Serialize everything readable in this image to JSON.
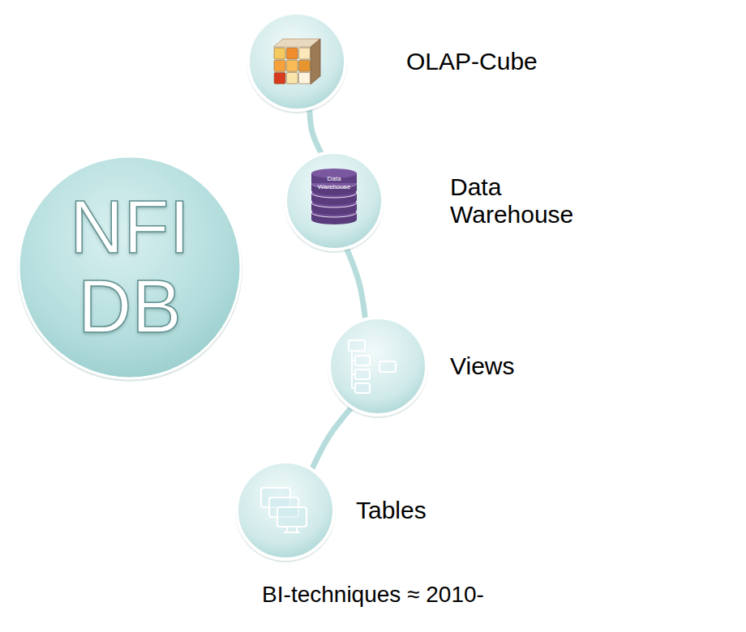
{
  "diagram": {
    "caption": "BI-techniques ≈ 2010-",
    "nodes": [
      {
        "text": [
          "NFI DB"
        ]
      },
      {
        "text": [
          "OLAP-Cube"
        ]
      },
      {
        "text": [
          "Data Warehouse"
        ]
      },
      {
        "text": [
          "Views"
        ]
      },
      {
        "text": [
          "Tables"
        ]
      }
    ],
    "edges": [
      {
        "from": 1,
        "to": 2,
        "arrow": "none"
      },
      {
        "from": 2,
        "to": 3,
        "arrow": "none"
      },
      {
        "from": 3,
        "to": 4,
        "arrow": "none"
      }
    ],
    "labels": [
      "Data Warehouse"
    ]
  }
}
